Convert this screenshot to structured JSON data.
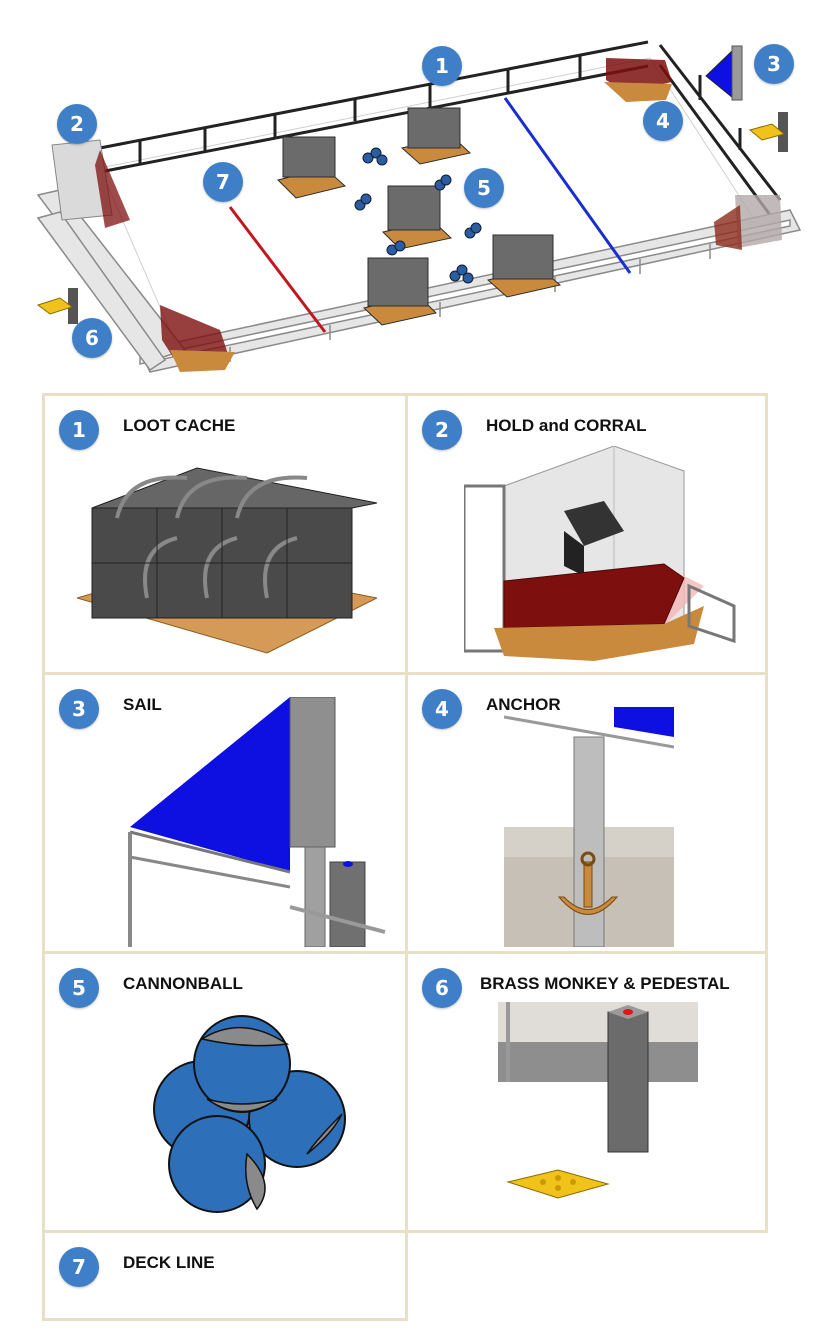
{
  "overview": {
    "callouts": [
      "1",
      "2",
      "3",
      "4",
      "5",
      "6",
      "7"
    ]
  },
  "legend": {
    "items": [
      {
        "number": "1",
        "label": "LOOT CACHE",
        "icon": "loot-cache-icon"
      },
      {
        "number": "2",
        "label": "HOLD and CORRAL",
        "icon": "hold-corral-icon"
      },
      {
        "number": "3",
        "label": "SAIL",
        "icon": "sail-icon"
      },
      {
        "number": "4",
        "label": "ANCHOR",
        "icon": "anchor-icon"
      },
      {
        "number": "5",
        "label": "CANNONBALL",
        "icon": "cannonball-icon"
      },
      {
        "number": "6",
        "label": "BRASS MONKEY & PEDESTAL",
        "icon": "brass-monkey-icon"
      },
      {
        "number": "7",
        "label": "DECK LINE",
        "icon": "deck-line-icon"
      }
    ]
  },
  "colors": {
    "badge": "#3f7fc7",
    "cell_border": "#e7dfc6",
    "sail_blue": "#0d10e0",
    "red_line": "#c0181e",
    "blue_line": "#1a2ed0",
    "hold_red": "#7d0f0f",
    "wood": "#c98a3e",
    "brass": "#f0c21a"
  }
}
